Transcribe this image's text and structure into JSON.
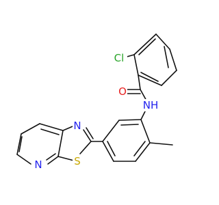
{
  "atoms": {
    "cl": {
      "text": "Cl",
      "color": "#2aa52a"
    },
    "o": {
      "text": "O",
      "color": "#e82222"
    },
    "nh": {
      "text": "NH",
      "color": "#2222ee"
    },
    "n_thiazole": {
      "text": "N",
      "color": "#2222ee"
    },
    "n_pyridine": {
      "text": "N",
      "color": "#2222ee"
    },
    "s": {
      "text": "S",
      "color": "#c8a800"
    }
  },
  "bond_color": "#111111"
}
